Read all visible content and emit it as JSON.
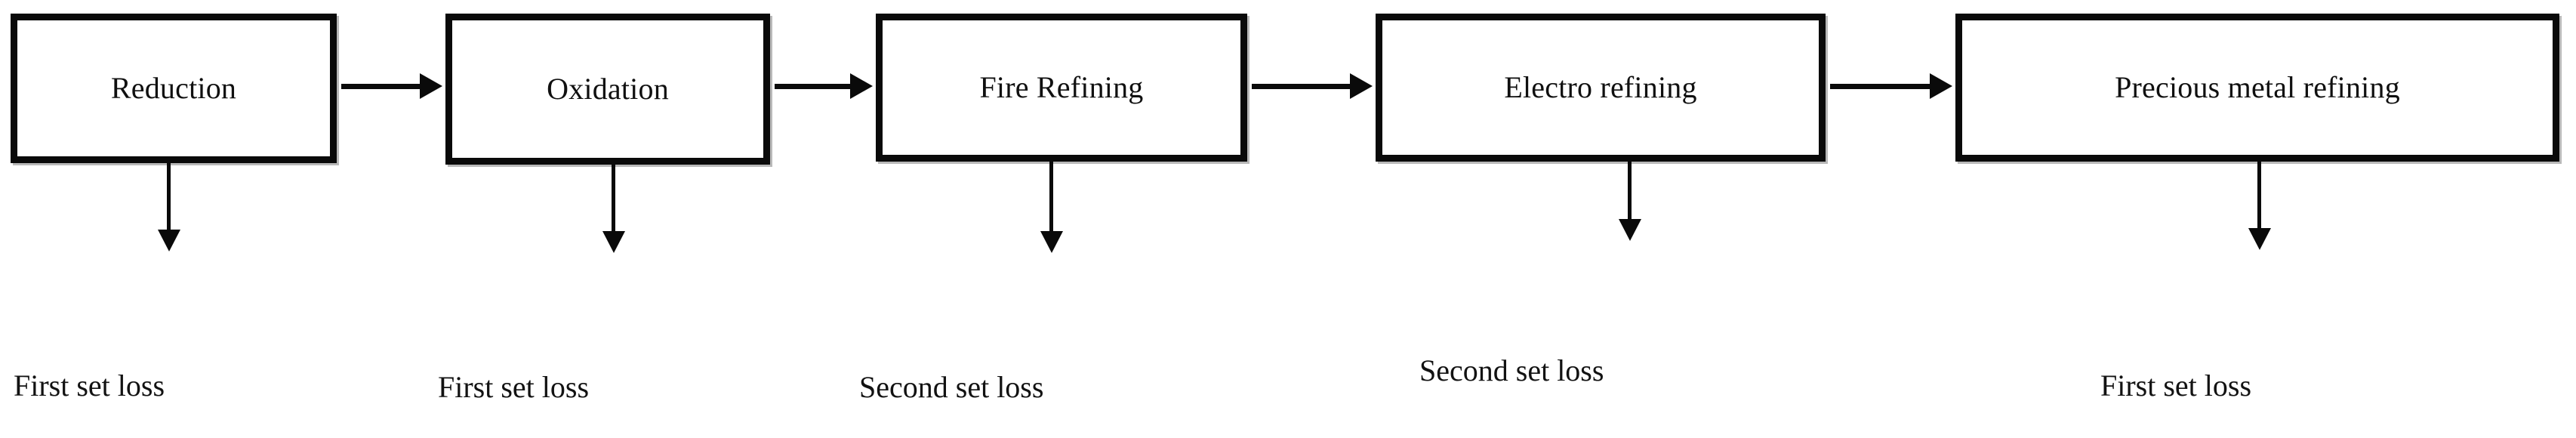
{
  "diagram": {
    "title": "Metal refining process flow with set losses",
    "orientation": "left-to-right",
    "colors": {
      "background": "#ffffff",
      "box_border": "#0a0a0a",
      "box_fill": "#ffffff",
      "arrow": "#0a0a0a",
      "text": "#101010",
      "box_shadow": "#b9b9b9"
    },
    "stages": [
      {
        "id": "reduction",
        "label": "Reduction",
        "loss": "First set loss"
      },
      {
        "id": "oxidation",
        "label": "Oxidation",
        "loss": "First set loss"
      },
      {
        "id": "fire-refining",
        "label": "Fire Refining",
        "loss": "Second set loss"
      },
      {
        "id": "electro-refining",
        "label": "Electro refining",
        "loss": "Second set loss"
      },
      {
        "id": "precious-metal-refining",
        "label": "Precious metal refining",
        "loss": "First set loss"
      }
    ],
    "connectors": {
      "horizontal_count": 4,
      "vertical_count": 5,
      "head_style": "solid-triangle"
    }
  }
}
